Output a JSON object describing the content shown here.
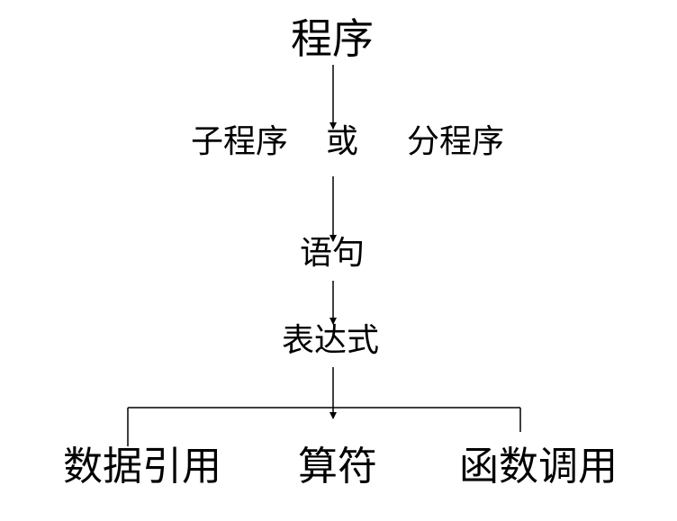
{
  "diagram": {
    "root": "程序",
    "units": {
      "left": "子程序",
      "connector": "或",
      "right": "分程序"
    },
    "statement": "语句",
    "expression": "表达式",
    "leaves": [
      "数据引用",
      "算符",
      "函数调用"
    ]
  },
  "colors": {
    "line": "#000000",
    "text": "#000000",
    "background": "#ffffff"
  }
}
